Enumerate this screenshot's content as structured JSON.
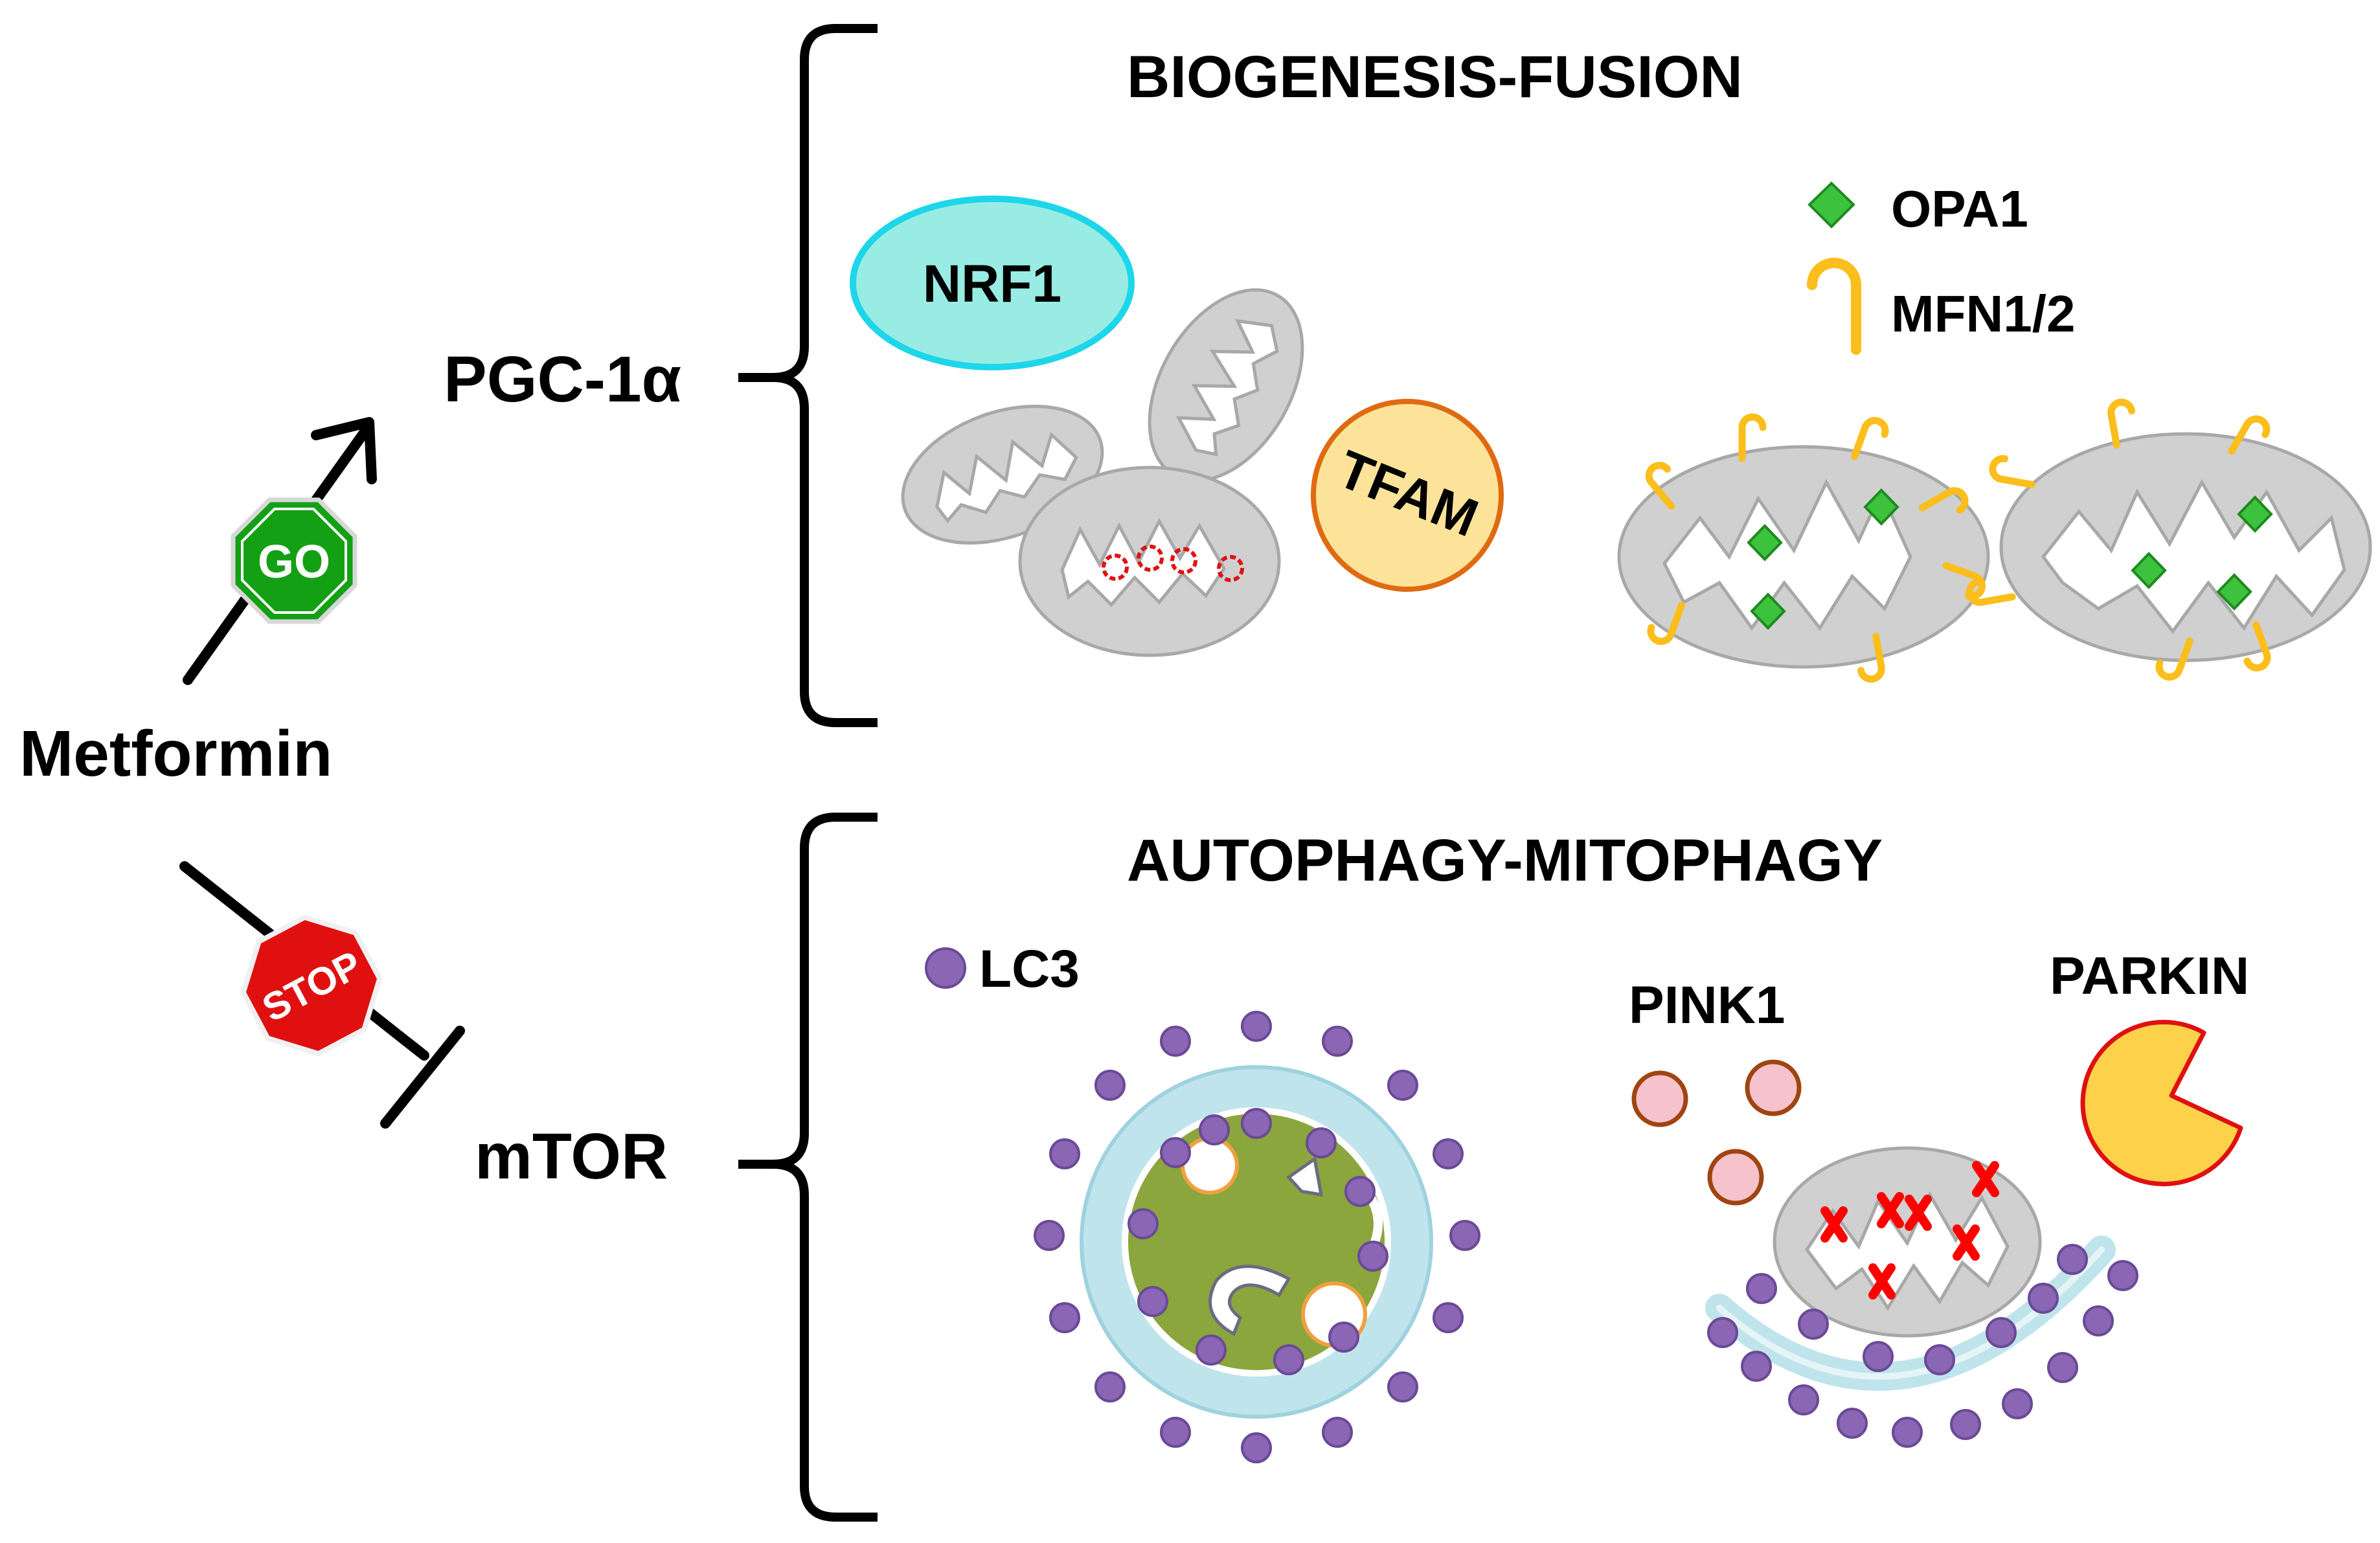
{
  "left": {
    "drug": "Metformin",
    "activated_target": "PGC-1α",
    "inhibited_target": "mTOR",
    "go_sign": "GO",
    "stop_sign": "STOP"
  },
  "biogenesis": {
    "title": "BIOGENESIS-FUSION",
    "nrf1": "NRF1",
    "tfam": "TFAM",
    "legend_opa1": "OPA1",
    "legend_mfn": "MFN1/2"
  },
  "autophagy": {
    "title": "AUTOPHAGY-MITOPHAGY",
    "legend_lc3": "LC3",
    "pink1": "PINK1",
    "parkin": "PARKIN"
  },
  "colors": {
    "go_green": "#14a014",
    "stop_red": "#e01010",
    "nrf1_fill": "#99ece4",
    "nrf1_stroke": "#1ed6ea",
    "tfam_fill": "#fde39a",
    "tfam_stroke": "#e06a10",
    "mito_fill": "#d0d0d0",
    "mito_stroke": "#a8a8a8",
    "opa1_green": "#3cc23c",
    "mfn_orange": "#fbbe1c",
    "lc3_purple": "#7a5aa6",
    "autophagosome_ring": "#bfe4ec",
    "lysosome_green": "#8aa63c",
    "pink1_fill": "#f6c2cc",
    "pink1_stroke": "#a04410",
    "parkin_fill": "#fdd24a",
    "parkin_stroke": "#e01010",
    "x_red": "#ff0000"
  }
}
